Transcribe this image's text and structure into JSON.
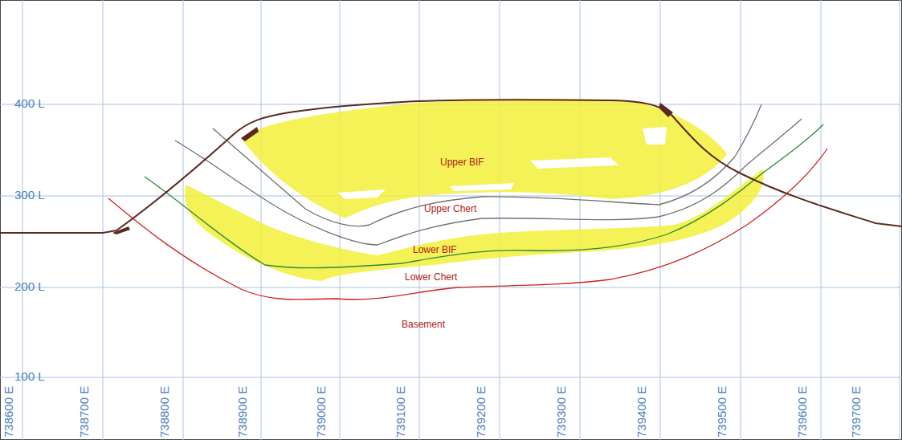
{
  "diagram": {
    "labels": [
      "400 L",
      "300 L",
      "200 L",
      "100 L",
      "738600 E",
      "738700 E",
      "738800 E",
      "738900 E",
      "739000 E",
      "739100 E",
      "739200 E",
      "739300 E",
      "739400 E",
      "739500 E",
      "739600 E",
      "739700 E",
      "Upper BIF",
      "Upper Chert",
      "Lower BIF",
      "Lower Chert",
      "Basement"
    ]
  }
}
